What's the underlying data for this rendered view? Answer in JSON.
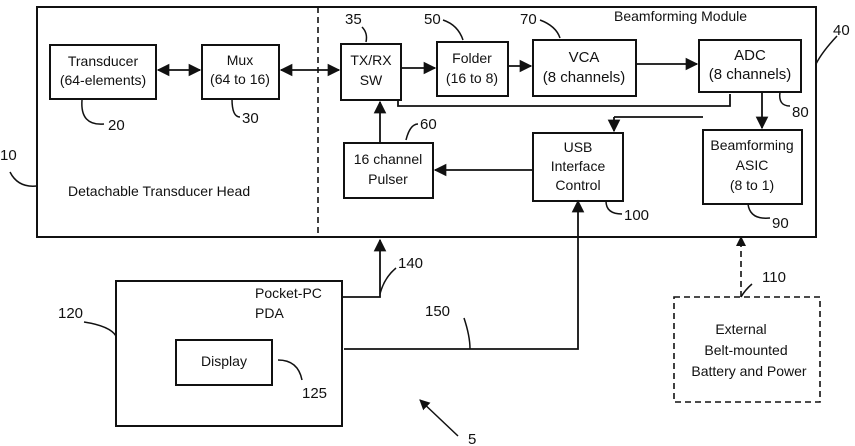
{
  "modules": {
    "beamforming_title": "Beamforming Module",
    "head_title": "Detachable Transducer Head"
  },
  "blocks": {
    "transducer": [
      "Transducer",
      "(64-elements)"
    ],
    "mux": [
      "Mux",
      "(64 to 16)"
    ],
    "txrx": [
      "TX/RX",
      "SW"
    ],
    "folder": [
      "Folder",
      "(16 to 8)"
    ],
    "vca": [
      "VCA",
      "(8 channels)"
    ],
    "adc": [
      "ADC",
      "(8 channels)"
    ],
    "pulser": [
      "16 channel",
      "Pulser"
    ],
    "usb": [
      "USB",
      "Interface",
      "Control"
    ],
    "asic": [
      "Beamforming",
      "ASIC",
      "(8 to 1)"
    ],
    "pda": [
      "Pocket-PC",
      "PDA"
    ],
    "display": [
      "Display"
    ],
    "battery": [
      "External",
      "Belt-mounted",
      "Battery and Power"
    ]
  },
  "refs": {
    "r5": "5",
    "r10": "10",
    "r20": "20",
    "r30": "30",
    "r35": "35",
    "r40": "40",
    "r50": "50",
    "r60": "60",
    "r70": "70",
    "r80": "80",
    "r90": "90",
    "r100": "100",
    "r110": "110",
    "r120": "120",
    "r125": "125",
    "r140": "140",
    "r150": "150"
  }
}
